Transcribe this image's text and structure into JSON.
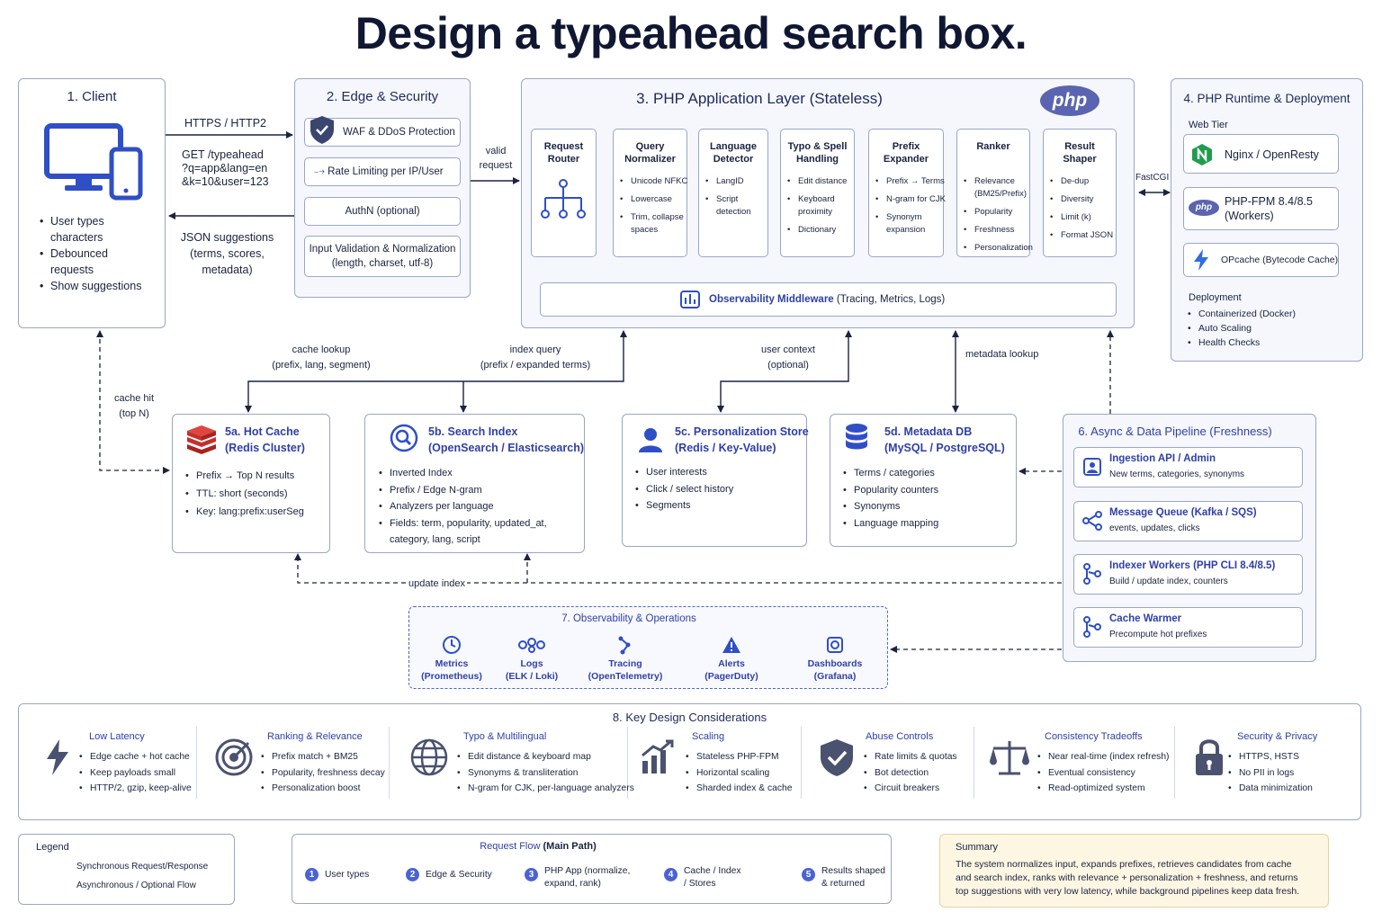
{
  "title": "Design a typeahead search box.",
  "client": {
    "title": "1. Client",
    "bullets": [
      "User types",
      "characters",
      "Debounced",
      "requests",
      "Show suggestions"
    ]
  },
  "edge": {
    "title": "2. Edge & Security",
    "items": [
      "WAF & DDoS Protection",
      "Rate Limiting per IP/User",
      "AuthN (optional)",
      "Input Validation & Normalization",
      "(length, charset, utf-8)"
    ]
  },
  "client_edge": {
    "protocol": "HTTPS / HTTP2",
    "request": [
      "GET /typeahead",
      "?q=app&lang=en",
      "&k=10&user=123"
    ],
    "response": [
      "JSON suggestions",
      "(terms, scores,",
      "metadata)"
    ]
  },
  "edge_app": {
    "valid_request": [
      "valid",
      "request"
    ]
  },
  "app": {
    "title": "3. PHP Application Layer (Stateless)",
    "logo": "php",
    "stages": [
      {
        "title": [
          "Request",
          "Router"
        ],
        "items": []
      },
      {
        "title": [
          "Query",
          "Normalizer"
        ],
        "items": [
          "Unicode NFKC",
          "Lowercase",
          "Trim, collapse",
          "spaces"
        ]
      },
      {
        "title": [
          "Language",
          "Detector"
        ],
        "items": [
          "LangID",
          "Script",
          "detection"
        ]
      },
      {
        "title": [
          "Typo & Spell",
          "Handling"
        ],
        "items": [
          "Edit distance",
          "Keyboard",
          "proximity",
          "Dictionary"
        ]
      },
      {
        "title": [
          "Prefix",
          "Expander"
        ],
        "items": [
          "Prefix → Terms",
          "N-gram for CJK",
          "Synonym",
          "expansion"
        ]
      },
      {
        "title": [
          "Ranker"
        ],
        "items": [
          "Relevance",
          "(BM25/Prefix)",
          "Popularity",
          "Freshness",
          "Personalization"
        ]
      },
      {
        "title": [
          "Result",
          "Shaper"
        ],
        "items": [
          "De-dup",
          "Diversity",
          "Limit (k)",
          "Format JSON"
        ]
      }
    ],
    "observability_bold": "Observability Middleware",
    "observability_rest": " (Tracing, Metrics, Logs)"
  },
  "runtime": {
    "title": "4. PHP Runtime & Deployment",
    "web_tier": "Web Tier",
    "nginx": "Nginx / OpenResty",
    "fpm": [
      "PHP-FPM 8.4/8.5",
      "(Workers)"
    ],
    "opcache": "OPcache (Bytecode Cache)",
    "deployment": "Deployment",
    "deploy_items": [
      "Containerized (Docker)",
      "Auto Scaling",
      "Health Checks"
    ],
    "fastcgi": "FastCGI"
  },
  "flows": {
    "cache_lookup": [
      "cache lookup",
      "(prefix, lang, segment)"
    ],
    "index_query": [
      "index query",
      "(prefix / expanded terms)"
    ],
    "user_context": [
      "user context",
      "(optional)"
    ],
    "metadata_lookup": "metadata lookup",
    "cache_hit": [
      "cache hit",
      "(top N)"
    ],
    "update_index": "update index"
  },
  "stores": [
    {
      "title": [
        "5a. Hot Cache",
        "(Redis Cluster)"
      ],
      "items": [
        "Prefix → Top N results",
        "TTL: short (seconds)",
        "Key: lang:prefix:userSeg"
      ]
    },
    {
      "title": [
        "5b. Search Index",
        "(OpenSearch / Elasticsearch)"
      ],
      "items": [
        "Inverted Index",
        "Prefix / Edge N-gram",
        "Analyzers per language",
        "Fields: term, popularity, updated_at,",
        "category, lang, script"
      ]
    },
    {
      "title": [
        "5c. Personalization Store",
        "(Redis / Key-Value)"
      ],
      "items": [
        "User interests",
        "Click / select history",
        "Segments"
      ]
    },
    {
      "title": [
        "5d. Metadata DB",
        "(MySQL / PostgreSQL)"
      ],
      "items": [
        "Terms / categories",
        "Popularity counters",
        "Synonyms",
        "Language mapping"
      ]
    }
  ],
  "pipeline": {
    "title": "6. Async & Data Pipeline (Freshness)",
    "steps": [
      {
        "title": "Ingestion API / Admin",
        "desc": "New terms, categories, synonyms"
      },
      {
        "title": "Message Queue (Kafka / SQS)",
        "desc": "events, updates, clicks"
      },
      {
        "title": "Indexer Workers (PHP CLI 8.4/8.5)",
        "desc": "Build / update index, counters"
      },
      {
        "title": "Cache Warmer",
        "desc": "Precompute hot prefixes"
      }
    ]
  },
  "ops": {
    "title": "7. Observability & Operations",
    "items": [
      {
        "name": "Metrics",
        "sub": "(Prometheus)"
      },
      {
        "name": "Logs",
        "sub": "(ELK / Loki)"
      },
      {
        "name": "Tracing",
        "sub": "(OpenTelemetry)"
      },
      {
        "name": "Alerts",
        "sub": "(PagerDuty)"
      },
      {
        "name": "Dashboards",
        "sub": "(Grafana)"
      }
    ]
  },
  "considerations": {
    "title": "8. Key Design Considerations",
    "cols": [
      {
        "title": "Low Latency",
        "items": [
          "Edge cache + hot cache",
          "Keep payloads small",
          "HTTP/2, gzip, keep-alive"
        ]
      },
      {
        "title": "Ranking & Relevance",
        "items": [
          "Prefix match + BM25",
          "Popularity, freshness decay",
          "Personalization boost"
        ]
      },
      {
        "title": "Typo & Multilingual",
        "items": [
          "Edit distance & keyboard map",
          "Synonyms & transliteration",
          "N-gram for CJK, per-language analyzers"
        ]
      },
      {
        "title": "Scaling",
        "items": [
          "Stateless PHP-FPM",
          "Horizontal scaling",
          "Sharded index & cache"
        ]
      },
      {
        "title": "Abuse Controls",
        "items": [
          "Rate limits & quotas",
          "Bot detection",
          "Circuit breakers"
        ]
      },
      {
        "title": "Consistency Tradeoffs",
        "items": [
          "Near real-time (index refresh)",
          "Eventual consistency",
          "Read-optimized system"
        ]
      },
      {
        "title": "Security & Privacy",
        "items": [
          "HTTPS, HSTS",
          "No PII in logs",
          "Data minimization"
        ]
      }
    ]
  },
  "legend": {
    "title": "Legend",
    "sync": "Synchronous Request/Response",
    "async": "Asynchronous / Optional Flow"
  },
  "request_flow": {
    "title": "Request Flow",
    "title_bold": "(Main Path)",
    "steps": [
      {
        "n": "1",
        "text": [
          "User types"
        ]
      },
      {
        "n": "2",
        "text": [
          "Edge & Security"
        ]
      },
      {
        "n": "3",
        "text": [
          "PHP App (normalize,",
          "expand, rank)"
        ]
      },
      {
        "n": "4",
        "text": [
          "Cache / Index",
          "/ Stores"
        ]
      },
      {
        "n": "5",
        "text": [
          "Results shaped",
          "& returned"
        ]
      }
    ]
  },
  "summary": {
    "title": "Summary",
    "lines": [
      "The system normalizes input, expands prefixes, retrieves candidates from cache",
      "and search index, ranks with relevance + personalization + freshness, and returns",
      "top suggestions with very low latency, while background pipelines keep data fresh."
    ]
  },
  "colors": {
    "accent": "#2f3fa8",
    "border": "#9aa6c8",
    "redis": "#d0312d",
    "summary_bg": "#fdf6e3"
  }
}
